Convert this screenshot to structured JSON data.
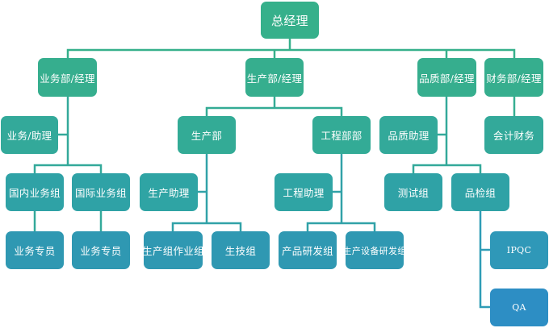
{
  "title": "组织架构图",
  "colors": {
    "level1": "#36b08b",
    "level2": "#36ae91",
    "level3": "#32a79a",
    "level4": "#2fa2a6",
    "level5": "#2f97b5",
    "level6": "#2d8ec4",
    "line_top": "#36b08b",
    "line_bottom": "#2f9cb6"
  },
  "nodes": {
    "ceo": "总经理",
    "sales_mgr": "业务部/经理",
    "prod_mgr": "生产部/经理",
    "quality_mgr": "品质部/经理",
    "finance_mgr": "财务部/经理",
    "sales_assistant": "业务/助理",
    "production_dept": "生产部",
    "engineering_dept": "工程部部",
    "quality_assistant": "品质助理",
    "accounting": "会计财务",
    "domestic_sales": "国内业务组",
    "intl_sales": "国际业务组",
    "production_assistant": "生产助理",
    "engineering_assistant": "工程助理",
    "test_group": "测试组",
    "inspection_group": "品检组",
    "domestic_specialist": "业务专员",
    "intl_specialist": "业务专员",
    "production_team": "生产组作业组",
    "prod_tech": "生技组",
    "product_rd": "产品研发组",
    "equipment_rd": "生产设备研发组",
    "ipqc": "IPQC",
    "qa": "QA"
  }
}
